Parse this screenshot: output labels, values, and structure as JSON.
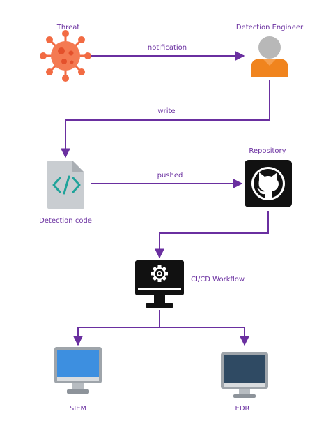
{
  "nodes": {
    "threat": {
      "label": "Threat",
      "icon": "virus-icon"
    },
    "engineer": {
      "label": "Detection Engineer",
      "icon": "user-avatar-icon"
    },
    "code": {
      "label": "Detection code",
      "icon": "code-file-icon"
    },
    "repo": {
      "label": "Repository",
      "icon": "github-icon"
    },
    "cicd": {
      "label": "CI/CD Workflow",
      "icon": "gear-monitor-icon"
    },
    "siem": {
      "label": "SIEM",
      "icon": "monitor-icon"
    },
    "edr": {
      "label": "EDR",
      "icon": "monitor-icon"
    }
  },
  "edges": {
    "notification": "notification",
    "write": "write",
    "pushed": "pushed"
  },
  "colors": {
    "arrow": "#6a2fa0",
    "label": "#6a2fa0",
    "virus": "#f26b43",
    "avatar_head": "#b8b8b8",
    "avatar_body": "#f0841e",
    "file": "#c9cdd1",
    "code_glyph": "#20a39a",
    "siem_screen": "#3d8fe0",
    "edr_screen": "#2f4a63"
  }
}
